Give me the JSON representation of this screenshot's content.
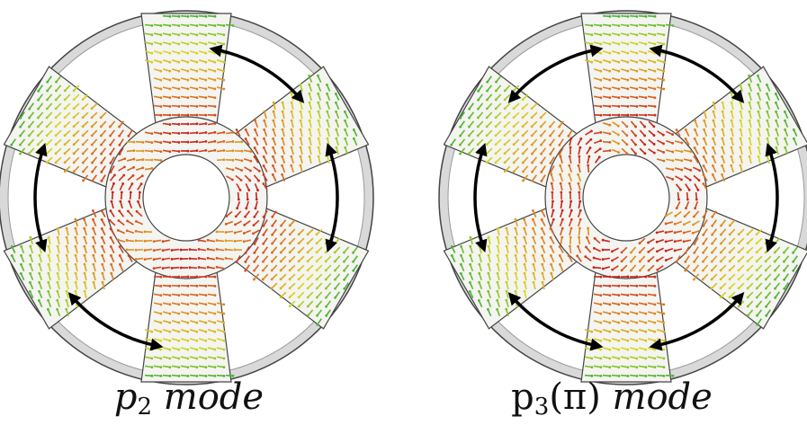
{
  "panels": [
    {
      "id": "p2",
      "caption": {
        "symbol": "p",
        "subscript": "2",
        "suffix": "",
        "word": "mode"
      },
      "pattern": "p2",
      "curved_arrows": 4
    },
    {
      "id": "p3",
      "caption": {
        "symbol": "p",
        "subscript": "3",
        "suffix": "(π)",
        "word": "mode"
      },
      "pattern": "p3",
      "curved_arrows": 6
    }
  ],
  "colors": {
    "outer_ring": "#d9d9d9",
    "outline": "#444444",
    "arrow_high": "#c8201e",
    "arrow_mid": "#e08020",
    "arrow_low": "#d8d820",
    "arrow_min": "#35b035",
    "curved_arrow": "#000000"
  }
}
